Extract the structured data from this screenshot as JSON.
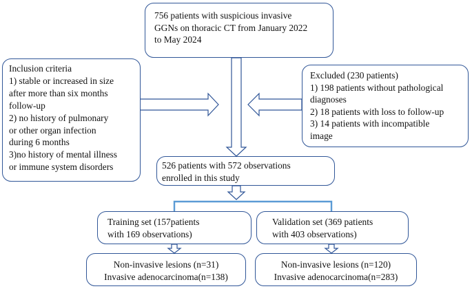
{
  "top_box": {
    "lines": [
      "756 patients with  suspicious invasive",
      "GGNs on thoracic CT from January 2022",
      "to May 2024"
    ]
  },
  "inclusion_box": {
    "lines": [
      "Inclusion criteria",
      "1) stable or increased in size",
      "after more than six months",
      "follow-up",
      "2) no history of pulmonary",
      "or other organ infection",
      "during 6 months",
      "3)no history of mental illness",
      "or immune system disorders"
    ]
  },
  "excluded_box": {
    "lines": [
      "Excluded (230 patients)",
      "1) 198 patients without pathological",
      "diagnoses",
      "2) 18 patients with loss to follow-up",
      "3) 14 patients with incompatible",
      "image"
    ]
  },
  "enrolled_box": {
    "lines": [
      "526 patients with 572 observations",
      "enrolled in this study"
    ]
  },
  "training_box": {
    "lines": [
      "Training set (157patients",
      "with 169 observations)"
    ]
  },
  "validation_box": {
    "lines": [
      "Validation set (369 patients",
      "with 403 observations)"
    ]
  },
  "training_result_box": {
    "lines": [
      "Non-invasive lesions (n=31)",
      "Invasive adenocarcinoma(n=138)"
    ]
  },
  "validation_result_box": {
    "lines": [
      "Non-invasive lesions (n=120)",
      "Invasive adenocarcinoma(n=283)"
    ]
  },
  "colors": {
    "box_border": "#2f5597",
    "arrow_outline": "#2f5597",
    "connector": "#5b9bd5"
  }
}
